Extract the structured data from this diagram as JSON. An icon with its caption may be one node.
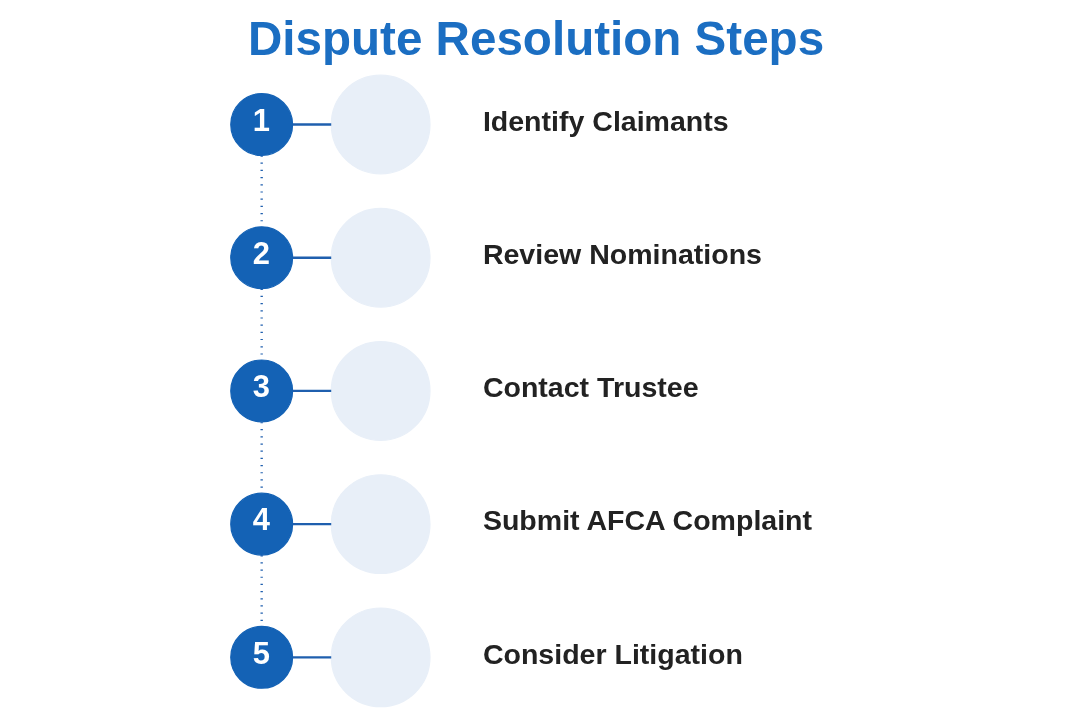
{
  "diagram": {
    "title": "Dispute Resolution Steps",
    "nodes": [
      {
        "text": [
          "1"
        ]
      },
      {
        "text": [],
        "shape": "circle",
        "beside": [
          "Identify Claimants"
        ]
      },
      {
        "text": [
          "2"
        ]
      },
      {
        "text": [],
        "shape": "circle",
        "beside": [
          "Review Nominations"
        ]
      },
      {
        "text": [
          "3"
        ]
      },
      {
        "text": [],
        "shape": "circle",
        "beside": [
          "Contact Trustee"
        ]
      },
      {
        "text": [
          "4"
        ]
      },
      {
        "text": [],
        "shape": "circle",
        "beside": [
          "Submit AFCA Complaint"
        ]
      },
      {
        "text": [
          "5"
        ]
      },
      {
        "text": [],
        "shape": "circle",
        "beside": [
          "Consider Litigation"
        ]
      }
    ],
    "edges": [
      {
        "from": 0,
        "to": 1,
        "arrow": "none"
      },
      {
        "from": 0,
        "to": 2,
        "arrow": "none",
        "style": "dashed"
      },
      {
        "from": 2,
        "to": 3,
        "arrow": "none"
      },
      {
        "from": 2,
        "to": 4,
        "arrow": "none",
        "style": "dashed"
      },
      {
        "from": 4,
        "to": 5,
        "arrow": "none"
      },
      {
        "from": 4,
        "to": 6,
        "arrow": "none",
        "style": "dashed"
      },
      {
        "from": 6,
        "to": 7,
        "arrow": "none"
      },
      {
        "from": 6,
        "to": 8,
        "arrow": "none",
        "style": "dashed"
      },
      {
        "from": 8,
        "to": 9,
        "arrow": "none"
      }
    ]
  }
}
